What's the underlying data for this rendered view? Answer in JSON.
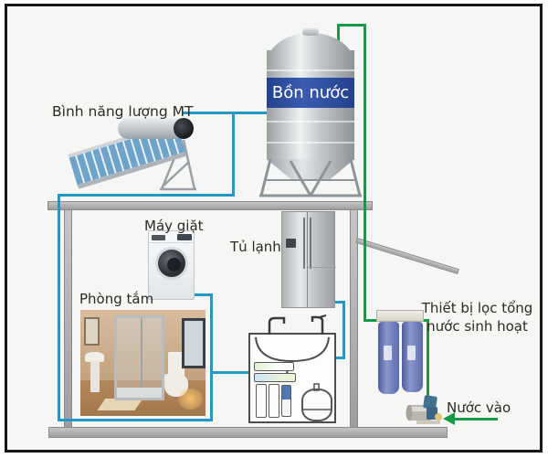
{
  "labels": {
    "solar_heater": "Bình năng lượng MT",
    "water_tank": "Bồn nước",
    "washing_machine": "Máy giặt",
    "fridge": "Tủ lạnh",
    "bathroom": "Phòng tắm",
    "whole_house_filter_line1": "Thiết bị lọc tổng",
    "whole_house_filter_line2": "nước sinh hoạt",
    "water_in": "Nước vào"
  },
  "colors": {
    "cold_water_pipe": "#2596c8",
    "supply_pipe_green": "#169a47",
    "structure_gray": "#ababab",
    "tank_band_blue": "#24418e",
    "filter_cartridge_blue": "#6274b6",
    "label_text": "#2b2a26"
  }
}
